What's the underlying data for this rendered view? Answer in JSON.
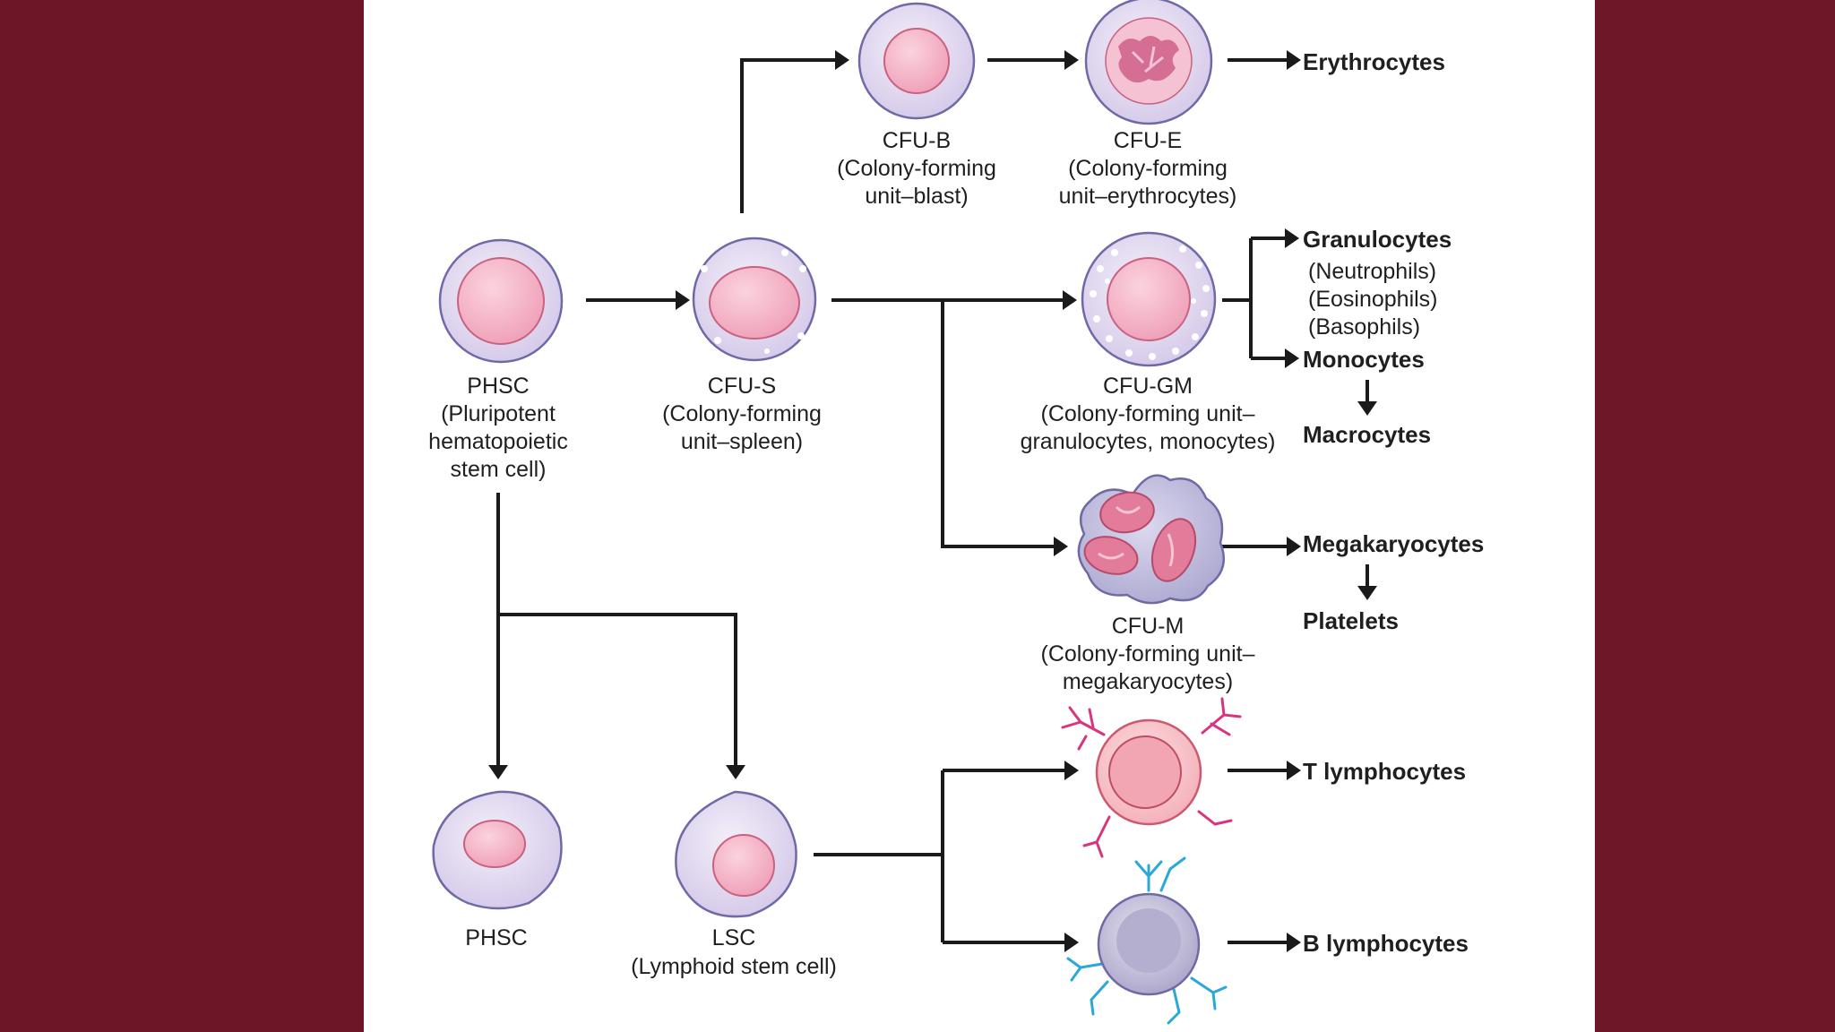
{
  "colors": {
    "background_maroon": "#6e1728",
    "panel": "#ffffff",
    "cell_outer": "#dcd3ee",
    "cell_nucleus": "#f2b1c4",
    "t_cell_receptor": "#d9357f",
    "b_cell_receptor": "#2aa8d8",
    "megakaryocyte_body": "#b8b6d6"
  },
  "nodes": {
    "phsc_top": {
      "name": "PHSC",
      "desc": [
        "(Pluripotent",
        "hematopoietic",
        "stem cell)"
      ]
    },
    "cfu_s": {
      "name": "CFU-S",
      "desc": [
        "(Colony-forming",
        "unit–spleen)"
      ]
    },
    "cfu_b": {
      "name": "CFU-B",
      "desc": [
        "(Colony-forming",
        "unit–blast)"
      ]
    },
    "cfu_e": {
      "name": "CFU-E",
      "desc": [
        "(Colony-forming",
        "unit–erythrocytes)"
      ]
    },
    "cfu_gm": {
      "name": "CFU-GM",
      "desc": [
        "(Colony-forming unit–",
        "granulocytes, monocytes)"
      ]
    },
    "cfu_m": {
      "name": "CFU-M",
      "desc": [
        "(Colony-forming unit–",
        "megakaryocytes)"
      ]
    },
    "phsc_bottom": {
      "name": "PHSC"
    },
    "lsc": {
      "name": "LSC",
      "desc": [
        "(Lymphoid stem cell)"
      ]
    }
  },
  "products": {
    "erythrocytes": "Erythrocytes",
    "granulocytes": "Granulocytes",
    "granulocyte_types": [
      "(Neutrophils)",
      "(Eosinophils)",
      "(Basophils)"
    ],
    "monocytes": "Monocytes",
    "macrocytes": "Macrocytes",
    "megakaryocytes": "Megakaryocytes",
    "platelets": "Platelets",
    "t_lymphocytes": "T lymphocytes",
    "b_lymphocytes": "B lymphocytes"
  }
}
